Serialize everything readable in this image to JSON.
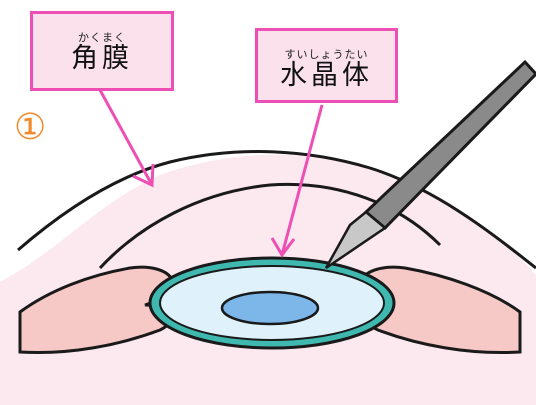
{
  "step_marker": "①",
  "labels": {
    "cornea": {
      "ruby": "かくまく",
      "text": "角膜"
    },
    "lens": {
      "ruby": "すいしょうたい",
      "text": "水晶体"
    }
  },
  "colors": {
    "label_border": "#ee4fb5",
    "label_fill": "#fbe1ec",
    "eye_fill": "#fce8ef",
    "outline": "#1a1a1a",
    "lens_ring": "#3fb8b0",
    "lens_fill": "#dff1fb",
    "pupil": "#7db7ea",
    "iris_skin": "#f6c9c6",
    "knife": "#8a8a8a",
    "step_marker": "#f28a2a"
  }
}
